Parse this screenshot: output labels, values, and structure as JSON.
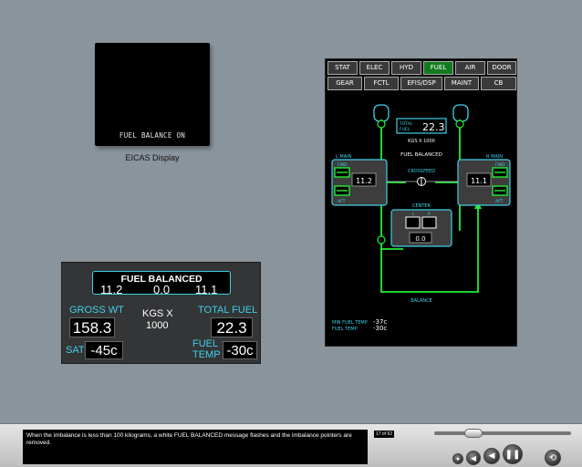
{
  "eicas": {
    "message": "FUEL BALANCE ON",
    "caption": "EICAS Display"
  },
  "fuel_panel": {
    "title": "FUEL BALANCED",
    "left_qty": "11.2",
    "center_qty": "0.0",
    "right_qty": "11.1",
    "gross_wt_label": "GROSS WT",
    "gross_wt_value": "158.3",
    "units_line1": "KGS X",
    "units_line2": "1000",
    "total_fuel_label": "TOTAL FUEL",
    "total_fuel_value": "22.3",
    "sat_label": "SAT",
    "sat_value": "-45c",
    "fuel_temp_label1": "FUEL",
    "fuel_temp_label2": "TEMP",
    "fuel_temp_value": "-30c"
  },
  "mfd": {
    "tabs_row1": [
      "STAT",
      "ELEC",
      "HYD",
      "FUEL",
      "AIR",
      "DOOR"
    ],
    "tabs_row2": [
      "GEAR",
      "FCTL",
      "EFIS/DSP",
      "MAINT",
      "CB"
    ],
    "active_tab": "FUEL",
    "total_fuel_label1": "TOTAL",
    "total_fuel_label2": "FUEL",
    "total_fuel_value": "22.3",
    "units": "KGS X 1000",
    "status": "FUEL BALANCED",
    "l_main_label": "L MAIN",
    "r_main_label": "R MAIN",
    "l_main_value": "11.2",
    "r_main_value": "11.1",
    "fwd_label": "FWD",
    "aft_label": "AFT",
    "crossfeed_label": "CROSSFEED",
    "center_label": "CENTER",
    "center_l": "L",
    "center_r": "R",
    "center_value": "0.0",
    "balance_label": "BALANCE",
    "min_fuel_temp_label": "MIN FUEL TEMP",
    "min_fuel_temp_value": "-37c",
    "fuel_temp_label": "FUEL TEMP",
    "fuel_temp_value": "-30c"
  },
  "player": {
    "caption": "When the imbalance is less than 100 kilograms, a white FUEL BALANCED message flashes and the imbalance pointers are removed.",
    "page": "17 of 62",
    "progress": 0.25
  },
  "colors": {
    "cyan": "#3fd0e6",
    "green": "#22ee33",
    "active_tab": "#127a1e"
  }
}
